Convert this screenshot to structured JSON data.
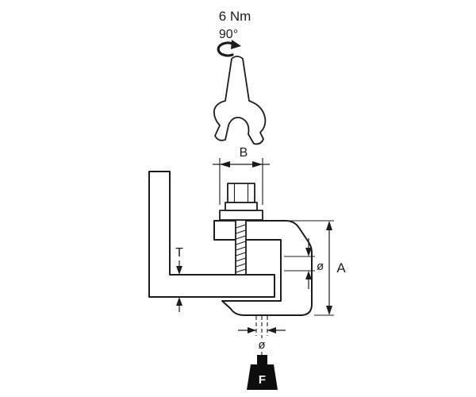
{
  "drawing": {
    "line_color": "#1c1c1c",
    "weight_fill": "#0d0d0d",
    "icons": {
      "rotation_arrow": "ccw-arc-arrow",
      "wrench": "open-end-wrench",
      "load_weight": "weight-block"
    },
    "labels": {
      "torque": "6 Nm",
      "rotation_angle": "90°",
      "width_b": "B",
      "thickness_t": "T",
      "height_a": "A",
      "diameter_side": "ø",
      "diameter_bottom": "ø",
      "force": "F"
    }
  }
}
